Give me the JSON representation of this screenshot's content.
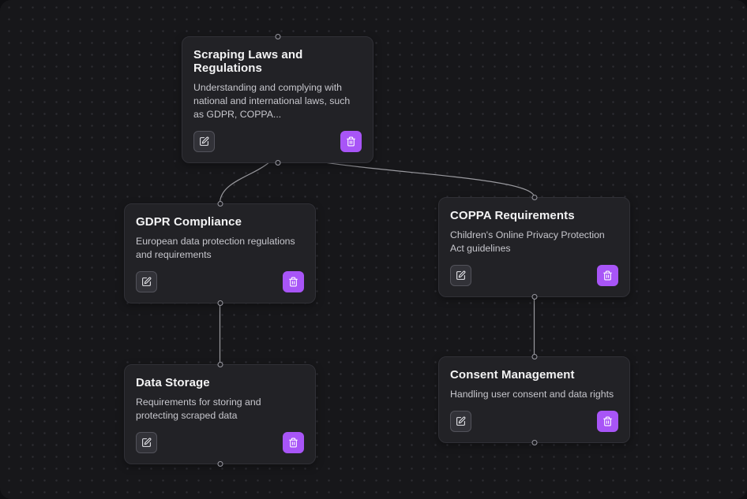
{
  "colors": {
    "accent": "#a855f7",
    "edge": "#b1b1b7",
    "canvas_bg": "#17171a",
    "card_bg": "#222226"
  },
  "icons": {
    "edit": "square-pen-icon",
    "delete": "trash-icon",
    "handle": "connection-handle-dot"
  },
  "nodes": [
    {
      "title": "Scraping Laws and Regulations",
      "description": "Understanding and complying with national and international laws, such as GDPR, COPPA..."
    },
    {
      "title": "GDPR Compliance",
      "description": "European data protection regulations and requirements"
    },
    {
      "title": "COPPA Requirements",
      "description": "Children's Online Privacy Protection Act guidelines"
    },
    {
      "title": "Data Storage",
      "description": "Requirements for storing and protecting scraped data"
    },
    {
      "title": "Consent Management",
      "description": "Handling user consent and data rights"
    }
  ]
}
